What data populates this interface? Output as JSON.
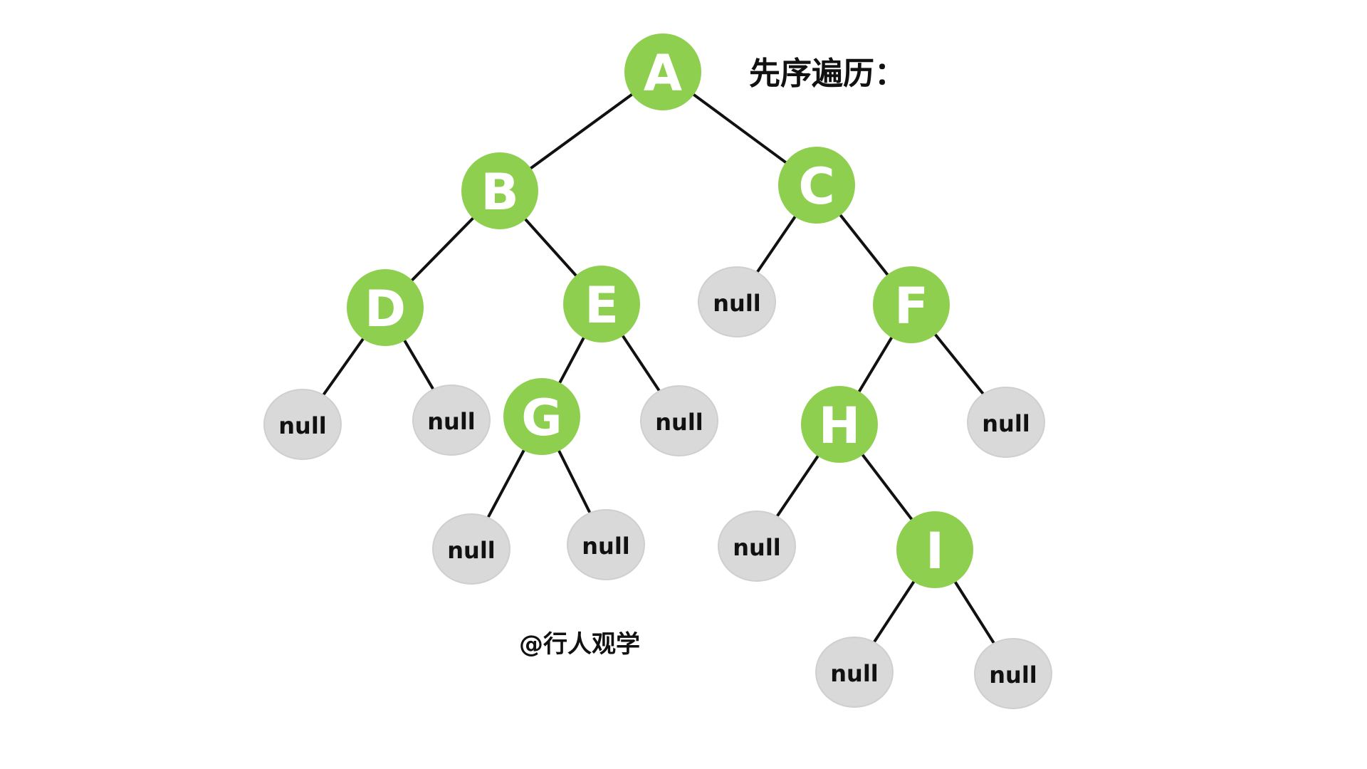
{
  "title": "先序遍历：",
  "watermark": "@行人观学",
  "colors": {
    "node_fill": "#8fcf50",
    "null_fill": "#d9d9d9",
    "null_stroke": "#cfcfcf",
    "edge": "#111111",
    "letter": "#ffffff",
    "null_text": "#111111"
  },
  "null_label": "null",
  "tree": {
    "root": "A",
    "nodes": [
      {
        "id": "A",
        "label": "A",
        "left": "B",
        "right": "C"
      },
      {
        "id": "B",
        "label": "B",
        "left": "D",
        "right": "E"
      },
      {
        "id": "C",
        "label": "C",
        "left": null,
        "right": "F"
      },
      {
        "id": "D",
        "label": "D",
        "left": null,
        "right": null
      },
      {
        "id": "E",
        "label": "E",
        "left": "G",
        "right": null
      },
      {
        "id": "F",
        "label": "F",
        "left": "H",
        "right": null
      },
      {
        "id": "G",
        "label": "G",
        "left": null,
        "right": null
      },
      {
        "id": "H",
        "label": "H",
        "left": null,
        "right": "I"
      },
      {
        "id": "I",
        "label": "I",
        "left": null,
        "right": null
      }
    ]
  }
}
